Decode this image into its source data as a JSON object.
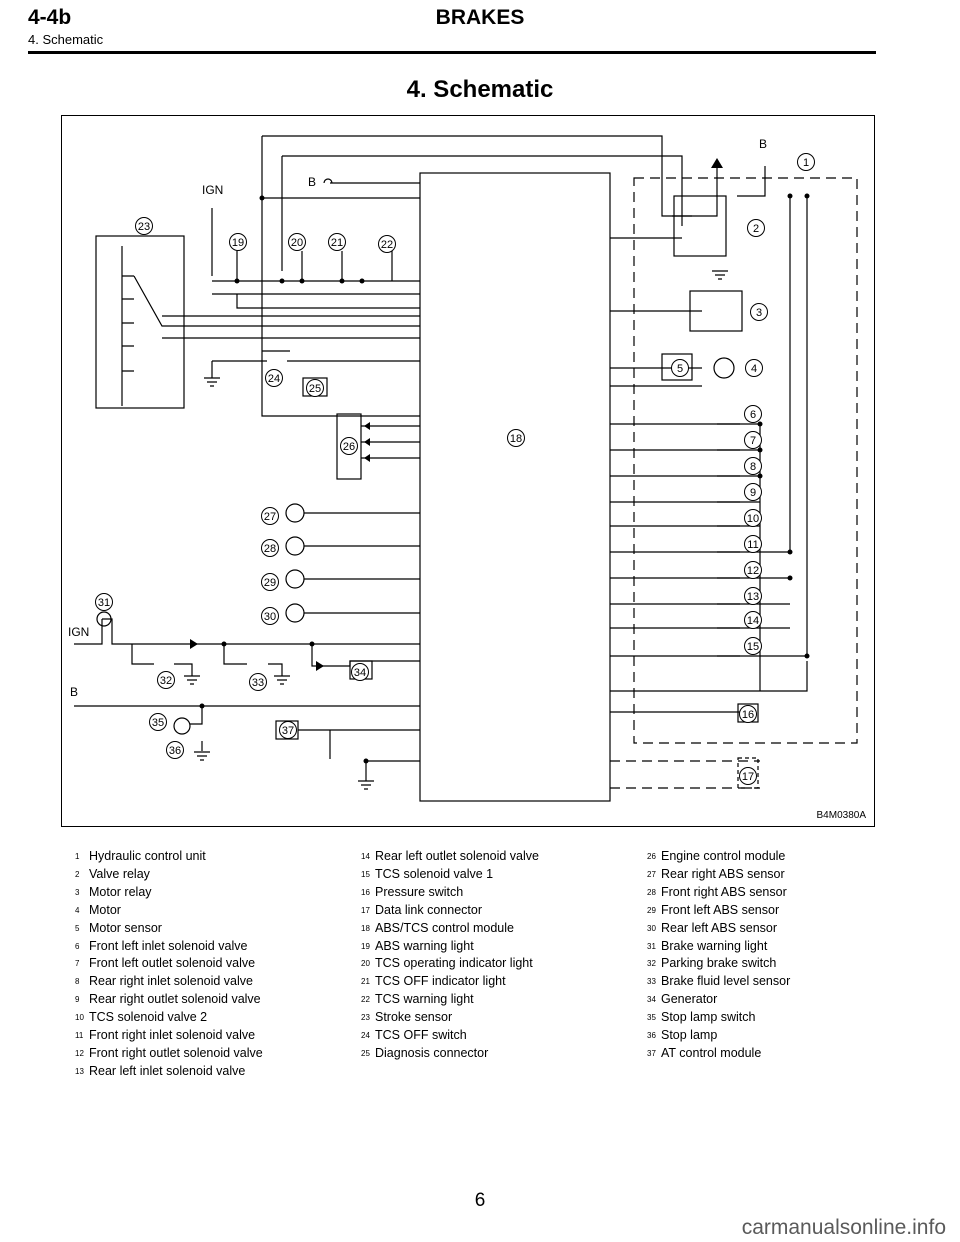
{
  "header": {
    "code": "4-4b",
    "title": "BRAKES",
    "subtitle": "4. Schematic"
  },
  "section_title": "4. Schematic",
  "figure": {
    "id": "B4M0380A",
    "labels": {
      "ign": "IGN",
      "b": "B"
    }
  },
  "legend": {
    "col1": [
      {
        "n": "1",
        "text": "Hydraulic control unit"
      },
      {
        "n": "2",
        "text": "Valve relay"
      },
      {
        "n": "3",
        "text": "Motor relay"
      },
      {
        "n": "4",
        "text": "Motor"
      },
      {
        "n": "5",
        "text": "Motor sensor"
      },
      {
        "n": "6",
        "text": "Front left inlet solenoid valve"
      },
      {
        "n": "7",
        "text": "Front left outlet solenoid valve"
      },
      {
        "n": "8",
        "text": "Rear right inlet solenoid valve"
      },
      {
        "n": "9",
        "text": "Rear right outlet solenoid valve"
      },
      {
        "n": "10",
        "text": "TCS solenoid valve 2"
      },
      {
        "n": "11",
        "text": "Front right inlet solenoid valve"
      },
      {
        "n": "12",
        "text": "Front right outlet solenoid valve"
      },
      {
        "n": "13",
        "text": "Rear left inlet solenoid valve"
      }
    ],
    "col2": [
      {
        "n": "14",
        "text": "Rear left outlet solenoid valve"
      },
      {
        "n": "15",
        "text": "TCS solenoid valve 1"
      },
      {
        "n": "16",
        "text": "Pressure switch"
      },
      {
        "n": "17",
        "text": "Data link connector"
      },
      {
        "n": "18",
        "text": "ABS/TCS control module"
      },
      {
        "n": "19",
        "text": "ABS warning light"
      },
      {
        "n": "20",
        "text": "TCS operating indicator light"
      },
      {
        "n": "21",
        "text": "TCS OFF indicator light"
      },
      {
        "n": "22",
        "text": "TCS warning light"
      },
      {
        "n": "23",
        "text": "Stroke sensor"
      },
      {
        "n": "24",
        "text": "TCS OFF switch"
      },
      {
        "n": "25",
        "text": "Diagnosis connector"
      }
    ],
    "col3": [
      {
        "n": "26",
        "text": "Engine control module"
      },
      {
        "n": "27",
        "text": "Rear right ABS sensor"
      },
      {
        "n": "28",
        "text": "Front right ABS sensor"
      },
      {
        "n": "29",
        "text": "Front left ABS sensor"
      },
      {
        "n": "30",
        "text": "Rear left ABS sensor"
      },
      {
        "n": "31",
        "text": "Brake warning light"
      },
      {
        "n": "32",
        "text": "Parking brake switch"
      },
      {
        "n": "33",
        "text": "Brake fluid level sensor"
      },
      {
        "n": "34",
        "text": "Generator"
      },
      {
        "n": "35",
        "text": "Stop lamp switch"
      },
      {
        "n": "36",
        "text": "Stop lamp"
      },
      {
        "n": "37",
        "text": "AT control module"
      }
    ]
  },
  "page_number": "6",
  "watermark": "carmanualsonline.info"
}
